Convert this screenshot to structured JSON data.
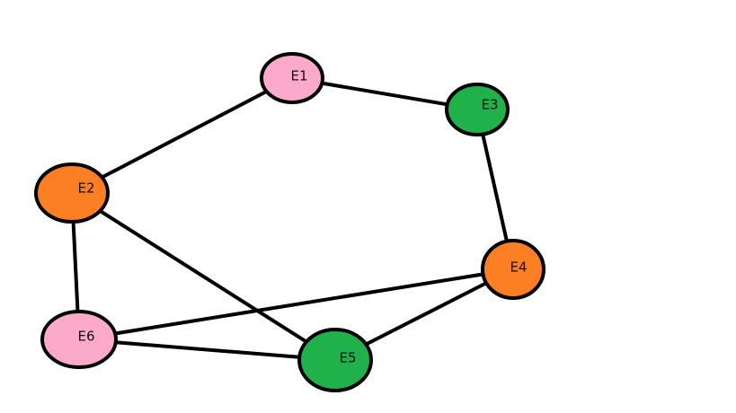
{
  "graph": {
    "nodes": [
      {
        "id": "E1",
        "label": "E1",
        "color": "#fbaac9"
      },
      {
        "id": "E2",
        "label": "E2",
        "color": "#fd7f24"
      },
      {
        "id": "E3",
        "label": "E3",
        "color": "#21b14b"
      },
      {
        "id": "E4",
        "label": "E4",
        "color": "#fd7f24"
      },
      {
        "id": "E5",
        "label": "E5",
        "color": "#21b14b"
      },
      {
        "id": "E6",
        "label": "E6",
        "color": "#fbaac9"
      }
    ],
    "edges": [
      {
        "from": "E1",
        "to": "E3"
      },
      {
        "from": "E1",
        "to": "E2"
      },
      {
        "from": "E3",
        "to": "E4"
      },
      {
        "from": "E2",
        "to": "E6"
      },
      {
        "from": "E2",
        "to": "E5"
      },
      {
        "from": "E6",
        "to": "E4"
      },
      {
        "from": "E6",
        "to": "E5"
      },
      {
        "from": "E5",
        "to": "E4"
      }
    ],
    "stroke_color": "#000000"
  }
}
